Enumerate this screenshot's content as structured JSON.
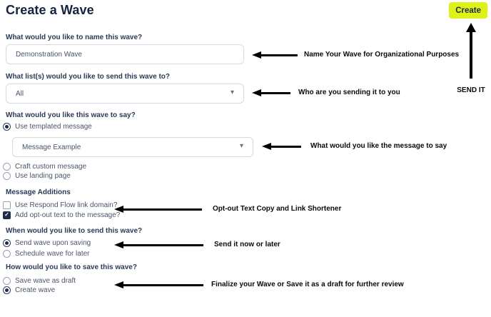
{
  "page": {
    "title": "Create a Wave"
  },
  "toolbar": {
    "create_label": "Create"
  },
  "icons": {
    "caret_down": "▾",
    "checkmark": "✓"
  },
  "colors": {
    "accent_button": "#DDF216",
    "title_navy": "#16233D",
    "arrow_black": "#000000"
  },
  "form": {
    "name_question": {
      "label": "What would you like to name this wave?",
      "value": "Demonstration Wave"
    },
    "lists_question": {
      "label": "What list(s) would you like to send this wave to?",
      "selected_option": "All"
    },
    "say_question": {
      "label": "What would you like this wave to say?",
      "options": [
        {
          "label": "Use templated message",
          "selected": true
        },
        {
          "label": "Craft custom message",
          "selected": false
        },
        {
          "label": "Use landing page",
          "selected": false
        }
      ],
      "template_dropdown": {
        "selected_option": "Message Example"
      }
    },
    "message_additions": {
      "label": "Message Additions",
      "checkboxes": [
        {
          "label": "Use Respond Flow link domain?",
          "checked": false
        },
        {
          "label": "Add opt-out text to the message?",
          "checked": true
        }
      ]
    },
    "send_question": {
      "label": "When would you like to send this wave?",
      "options": [
        {
          "label": "Send wave upon saving",
          "selected": true
        },
        {
          "label": "Schedule wave for later",
          "selected": false
        }
      ]
    },
    "save_question": {
      "label": "How would you like to save this wave?",
      "options": [
        {
          "label": "Save wave as draft",
          "selected": false
        },
        {
          "label": "Create wave",
          "selected": true
        }
      ]
    }
  },
  "annotations": {
    "name_note": "Name Your Wave for Organizational Purposes",
    "audience_note": "Who are you sending it to you",
    "message_note": "What would you like the message to say",
    "optout_note": "Opt-out Text Copy and Link Shortener",
    "send_note": "Send it now or later",
    "save_note": "Finalize your Wave or Save it as a draft for further review",
    "create_note": "SEND IT"
  }
}
